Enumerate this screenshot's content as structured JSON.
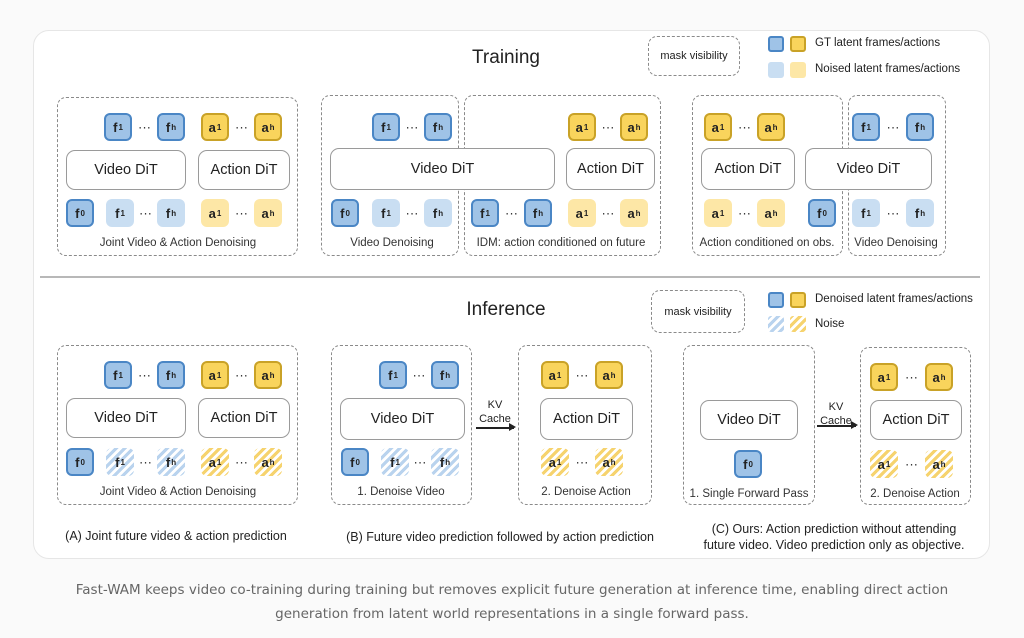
{
  "training": {
    "title": "Training",
    "legend": {
      "mask": "mask visibility",
      "gt": "GT latent frames/actions",
      "noised": "Noised latent frames/actions"
    },
    "video_dit": "Video DiT",
    "action_dit": "Action DiT",
    "labels": {
      "a": "Joint Video & Action Denoising",
      "b1": "Video Denoising",
      "b2": "IDM: action conditioned on future",
      "c1": "Action conditioned on obs.",
      "c2": "Video Denoising"
    }
  },
  "inference": {
    "title": "Inference",
    "legend": {
      "mask": "mask visibility",
      "denoised": "Denoised latent frames/actions",
      "noise": "Noise"
    },
    "video_dit": "Video DiT",
    "action_dit": "Action DiT",
    "kv_line1": "KV",
    "kv_line2": "Cache",
    "labels": {
      "a": "Joint Video & Action Denoising",
      "b1": "1. Denoise Video",
      "b2": "2. Denoise Action",
      "c1": "1. Single Forward Pass",
      "c2": "2. Denoise Action"
    }
  },
  "captions": {
    "a": "(A) Joint future video & action prediction",
    "b": "(B) Future video prediction followed by action prediction",
    "c1": "(C) Ours: Action prediction without attending",
    "c2": "future video. Video prediction only as objective."
  },
  "tok": {
    "f": "f",
    "a": "a",
    "1": "1",
    "h": "h",
    "0": "0",
    "dots": "···"
  },
  "figure_caption": {
    "line1": "Fast-WAM keeps video co-training during training but removes explicit future generation at inference time, enabling direct action",
    "line2": "generation from latent world representations in a single forward pass."
  },
  "colors": {
    "gt_blue": "#9fc3e7",
    "gt_yellow": "#f9d45c",
    "noised_blue": "#c9def2",
    "noised_yellow": "#fde7a6"
  }
}
